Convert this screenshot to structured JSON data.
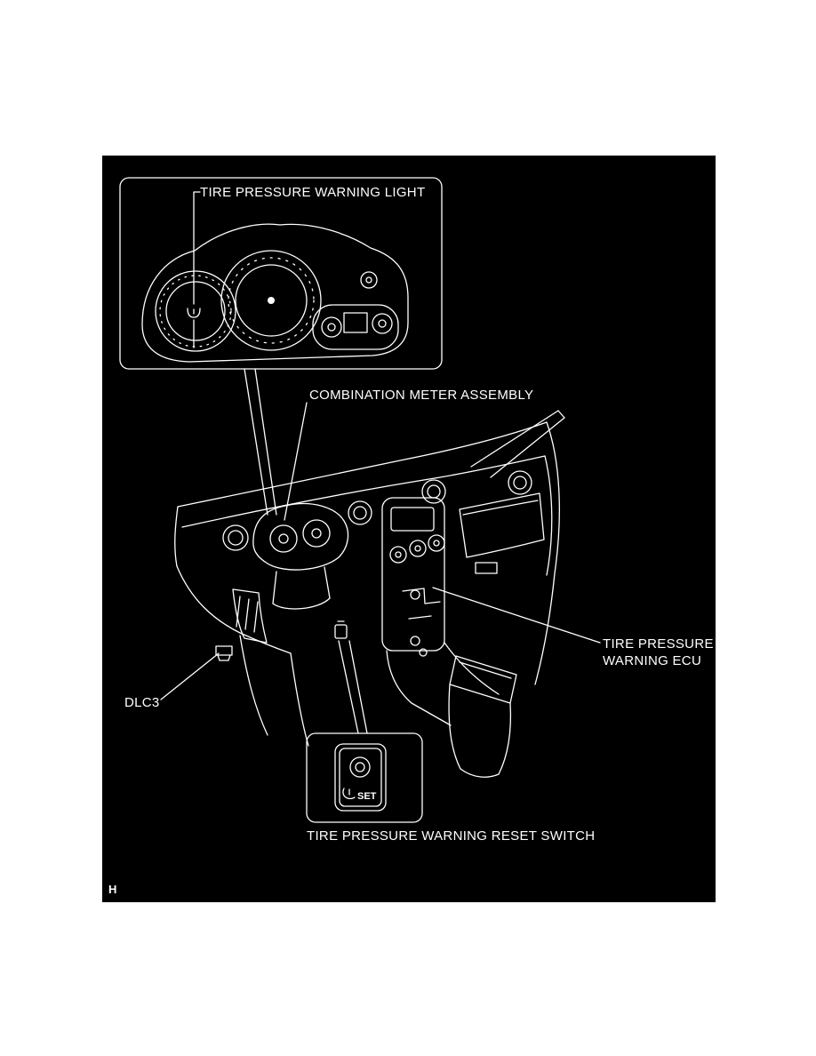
{
  "page": {
    "marker": "H"
  },
  "diagram": {
    "type": "technical-line-diagram",
    "subject": "tire-pressure-warning-system-component-location",
    "colors": {
      "canvas": "#000000",
      "line": "#ffffff",
      "text": "#ffffff",
      "page": "#ffffff"
    },
    "labels": {
      "warning_light": "TIRE PRESSURE WARNING LIGHT",
      "combination_meter": "COMBINATION METER ASSEMBLY",
      "ecu_line1": "TIRE PRESSURE",
      "ecu_line2": "WARNING ECU",
      "dlc3": "DLC3",
      "reset_switch": "TIRE PRESSURE WARNING RESET SWITCH",
      "set_button": "SET"
    }
  }
}
